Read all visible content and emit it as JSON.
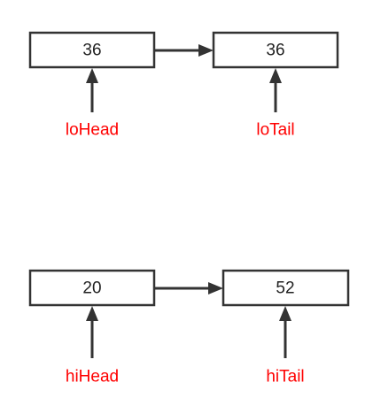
{
  "colors": {
    "box_stroke": "#333333",
    "arrow": "#333333",
    "pointer_label": "#ff0000"
  },
  "lists": [
    {
      "nodes": [
        {
          "value": "36"
        },
        {
          "value": "36"
        }
      ],
      "pointers": {
        "head": "loHead",
        "tail": "loTail"
      }
    },
    {
      "nodes": [
        {
          "value": "20"
        },
        {
          "value": "52"
        }
      ],
      "pointers": {
        "head": "hiHead",
        "tail": "hiTail"
      }
    }
  ]
}
